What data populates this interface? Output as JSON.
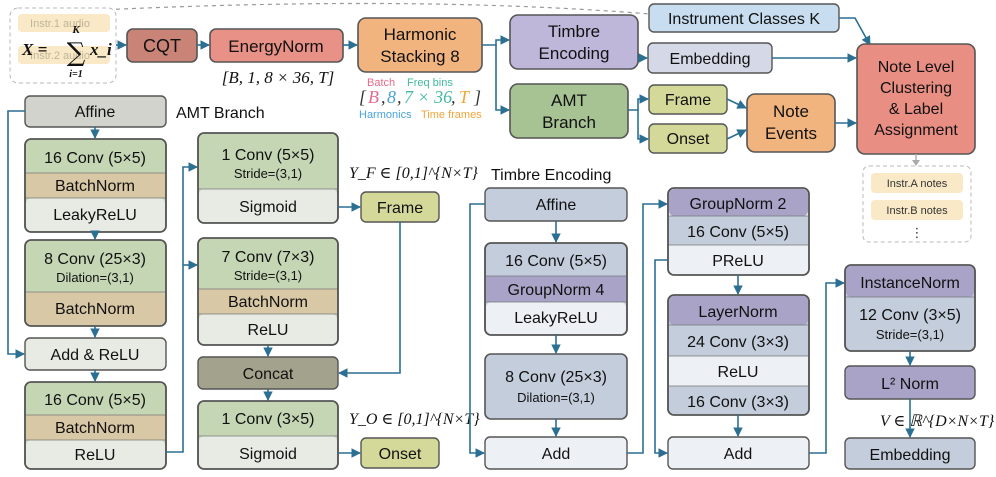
{
  "top": {
    "input_legend": [
      "Instr.1 audio",
      "Instr.2 audio"
    ],
    "input_formula": "X = Σ x_i",
    "input_formula_parts": {
      "lhs": "X =",
      "sum_upper": "K",
      "sum_lower": "i=1",
      "term": "x_i"
    },
    "cqt": "CQT",
    "energy_norm": "EnergyNorm",
    "shape_caption": "[B, 1, 8 × 36, T]",
    "harmonic_stacking": [
      "Harmonic",
      "Stacking 8"
    ],
    "stack_annot": {
      "batch": "Batch",
      "freq_bins": "Freq bins",
      "harmonics": "Harmonics",
      "time_frames": "Time frames"
    },
    "stack_shape": {
      "open": "[",
      "b": "B",
      "c1": ",",
      "eight": "8",
      "c2": ",",
      "freq": "7 × 36",
      "c3": ",",
      "t": "T",
      "close": "]"
    },
    "timbre_encoding": [
      "Timbre",
      "Encoding"
    ],
    "instrument_classes": "Instrument Classes K",
    "embedding": "Embedding",
    "amt_branch": [
      "AMT",
      "Branch"
    ],
    "frame": "Frame",
    "onset": "Onset",
    "note_events": [
      "Note",
      "Events"
    ],
    "clustering": [
      "Note Level",
      "Clustering",
      "& Label",
      "Assignment"
    ],
    "notes_list": [
      "Instr.A notes",
      "Instr.B notes",
      "⋮"
    ]
  },
  "amt": {
    "title": "AMT Branch",
    "affine": "Affine",
    "conv16": "16 Conv (5×5)",
    "batchnorm": "BatchNorm",
    "leakyrelu": "LeakyReLU",
    "conv8": "8 Conv (25×3)",
    "dilation": "Dilation=(3,1)",
    "batchnorm2": "BatchNorm",
    "add_relu": "Add & ReLU",
    "conv16b": "16 Conv (5×5)",
    "batchnorm3": "BatchNorm",
    "relu": "ReLU",
    "conv1": "1 Conv (5×5)",
    "stride": "Stride=(3,1)",
    "sigmoid": "Sigmoid",
    "yf": "Y_F ∈ [0,1]^{N×T}",
    "frame": "Frame",
    "conv7": "7 Conv (7×3)",
    "stride2": "Stride=(3,1)",
    "batchnorm4": "BatchNorm",
    "relu2": "ReLU",
    "concat": "Concat",
    "conv1b": "1 Conv (3×5)",
    "sigmoid2": "Sigmoid",
    "yo": "Y_O ∈ [0,1]^{N×T}",
    "onset": "Onset"
  },
  "timbre": {
    "title": "Timbre Encoding",
    "affine": "Affine",
    "conv16": "16 Conv (5×5)",
    "groupnorm4": "GroupNorm 4",
    "leakyrelu": "LeakyReLU",
    "conv8": "8 Conv (25×3)",
    "dilation": "Dilation=(3,1)",
    "add": "Add",
    "groupnorm2": "GroupNorm 2",
    "conv16b": "16 Conv (5×5)",
    "prelu": "PReLU",
    "layernorm": "LayerNorm",
    "conv24": "24 Conv (3×3)",
    "relu": "ReLU",
    "conv16c": "16 Conv (3×3)",
    "add2": "Add",
    "instancenorm": "InstanceNorm",
    "conv12": "12 Conv (3×5)",
    "stride": "Stride=(3,1)",
    "l2norm": "L² Norm",
    "v": "V ∈ ℝ^{D×N×T}",
    "embedding": "Embedding"
  },
  "colors": {
    "cqt": "#c98477",
    "energynorm": "#e89186",
    "harmonic": "#f1b47f",
    "timbre": "#bfb7da",
    "embedding": "#d5d8e6",
    "instrument": "#c8def0",
    "amt": "#a7c293",
    "frame_onset": "#d4d99a",
    "note_events": "#f1b47f",
    "clustering": "#e88e83",
    "green": "#c5d6b5",
    "green_dark": "#b4c99f",
    "tan": "#d9c8a6",
    "light": "#e7ebe4",
    "gray": "#d3d3cd",
    "concat": "#a3a38d",
    "blue": "#c4cddb",
    "lavender": "#a9a3c7",
    "white_blue": "#edf0f5",
    "wire": "#2b6f93"
  }
}
